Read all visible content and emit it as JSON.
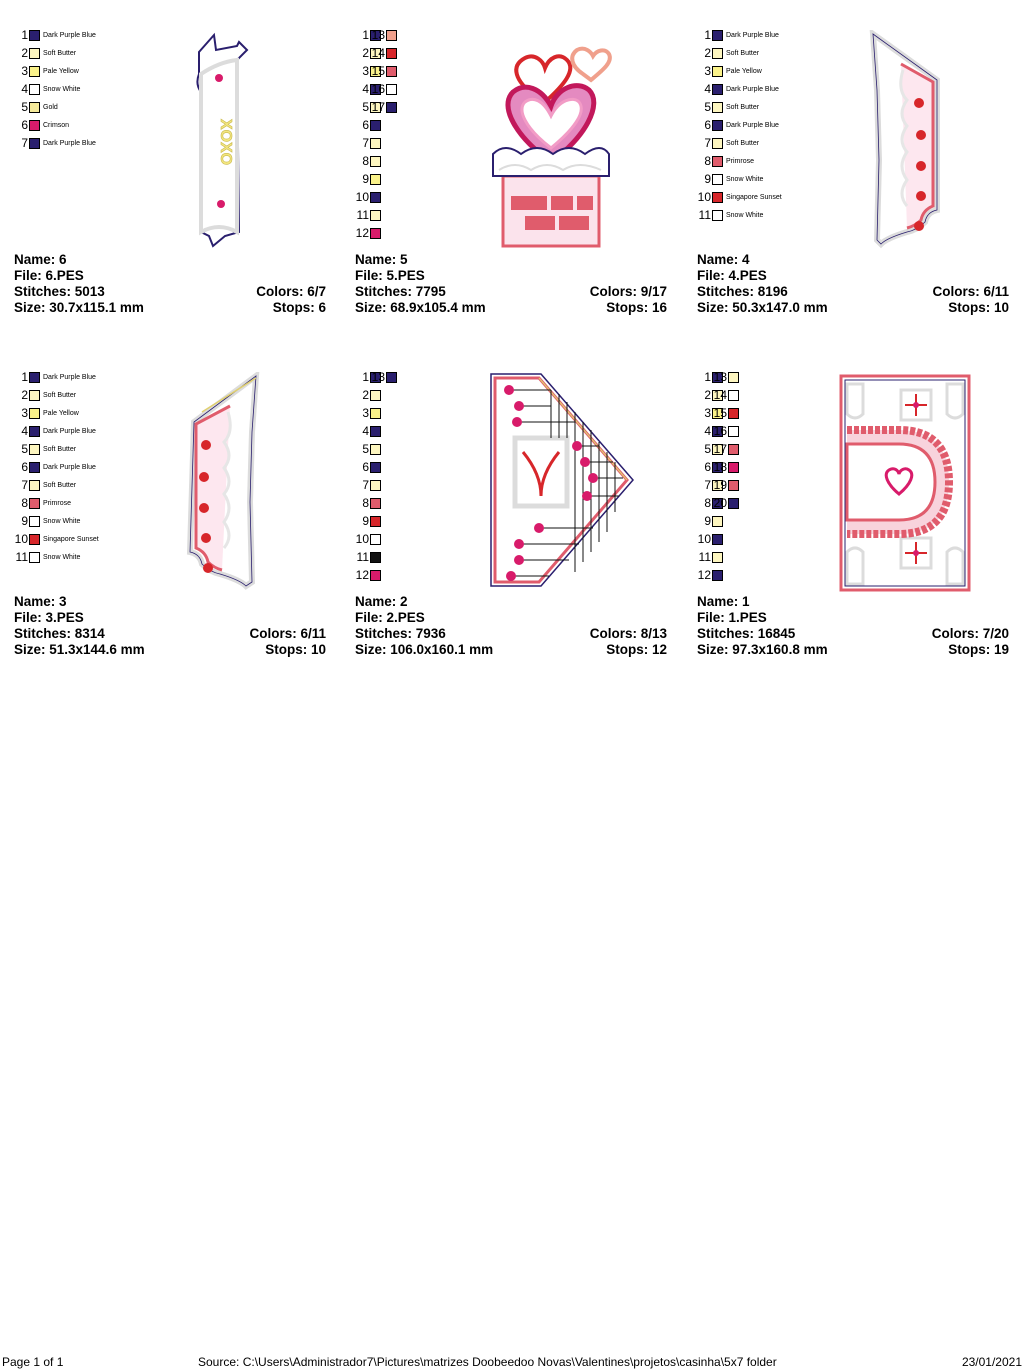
{
  "palette": {
    "Dark Purple Blue": "#2a1f6e",
    "Soft Butter": "#fdf6c0",
    "Pale Yellow": "#faf28a",
    "Snow White": "#ffffff",
    "Gold": "#f5ea9a",
    "Crimson": "#d81b6a",
    "Primrose": "#e05c6c",
    "Singapore Sunset": "#d7262a",
    "Salmon": "#f0a08c",
    "Black": "#111111"
  },
  "designs": [
    {
      "name_label": "Name: 6",
      "file_label": "File: 6.PES",
      "stitches_label": "Stitches: 5013",
      "size_label": "Size: 30.7x115.1 mm",
      "colors_label": "Colors: 6/7",
      "stops_label": "Stops: 6",
      "legend": [
        {
          "n": "1",
          "color": "Dark Purple Blue",
          "name": "Dark Purple Blue"
        },
        {
          "n": "2",
          "color": "Soft Butter",
          "name": "Soft Butter"
        },
        {
          "n": "3",
          "color": "Pale Yellow",
          "name": "Pale Yellow"
        },
        {
          "n": "4",
          "color": "Snow White",
          "name": "Snow White"
        },
        {
          "n": "5",
          "color": "Gold",
          "name": "Gold"
        },
        {
          "n": "6",
          "color": "Crimson",
          "name": "Crimson"
        },
        {
          "n": "7",
          "color": "Dark Purple Blue",
          "name": "Dark Purple Blue"
        }
      ],
      "art_text": "XOXO"
    },
    {
      "name_label": "Name: 5",
      "file_label": "File: 5.PES",
      "stitches_label": "Stitches: 7795",
      "size_label": "Size: 68.9x105.4 mm",
      "colors_label": "Colors: 9/17",
      "stops_label": "Stops: 16",
      "legend": [
        {
          "n": "1",
          "color": "Dark Purple Blue"
        },
        {
          "n": "2",
          "color": "Soft Butter"
        },
        {
          "n": "3",
          "color": "Pale Yellow"
        },
        {
          "n": "4",
          "color": "Dark Purple Blue"
        },
        {
          "n": "5",
          "color": "Soft Butter"
        },
        {
          "n": "6",
          "color": "Dark Purple Blue"
        },
        {
          "n": "7",
          "color": "Soft Butter"
        },
        {
          "n": "8",
          "color": "Soft Butter"
        },
        {
          "n": "9",
          "color": "Pale Yellow"
        },
        {
          "n": "10",
          "color": "Dark Purple Blue"
        },
        {
          "n": "11",
          "color": "Soft Butter"
        },
        {
          "n": "12",
          "color": "Crimson"
        }
      ],
      "legend2": [
        {
          "n": "13",
          "color": "Salmon"
        },
        {
          "n": "14",
          "color": "Singapore Sunset"
        },
        {
          "n": "15",
          "color": "Primrose"
        },
        {
          "n": "16",
          "color": "Snow White"
        },
        {
          "n": "17",
          "color": "Dark Purple Blue"
        }
      ]
    },
    {
      "name_label": "Name: 4",
      "file_label": "File: 4.PES",
      "stitches_label": "Stitches: 8196",
      "size_label": "Size: 50.3x147.0 mm",
      "colors_label": "Colors: 6/11",
      "stops_label": "Stops: 10",
      "legend": [
        {
          "n": "1",
          "color": "Dark Purple Blue",
          "name": "Dark Purple Blue"
        },
        {
          "n": "2",
          "color": "Soft Butter",
          "name": "Soft Butter"
        },
        {
          "n": "3",
          "color": "Pale Yellow",
          "name": "Pale Yellow"
        },
        {
          "n": "4",
          "color": "Dark Purple Blue",
          "name": "Dark Purple Blue"
        },
        {
          "n": "5",
          "color": "Soft Butter",
          "name": "Soft Butter"
        },
        {
          "n": "6",
          "color": "Dark Purple Blue",
          "name": "Dark Purple Blue"
        },
        {
          "n": "7",
          "color": "Soft Butter",
          "name": "Soft Butter"
        },
        {
          "n": "8",
          "color": "Primrose",
          "name": "Primrose"
        },
        {
          "n": "9",
          "color": "Snow White",
          "name": "Snow White"
        },
        {
          "n": "10",
          "color": "Singapore Sunset",
          "name": "Singapore Sunset"
        },
        {
          "n": "11",
          "color": "Snow White",
          "name": "Snow White"
        }
      ]
    },
    {
      "name_label": "Name: 3",
      "file_label": "File: 3.PES",
      "stitches_label": "Stitches: 8314",
      "size_label": "Size: 51.3x144.6 mm",
      "colors_label": "Colors: 6/11",
      "stops_label": "Stops: 10",
      "legend": [
        {
          "n": "1",
          "color": "Dark Purple Blue",
          "name": "Dark Purple Blue"
        },
        {
          "n": "2",
          "color": "Soft Butter",
          "name": "Soft Butter"
        },
        {
          "n": "3",
          "color": "Pale Yellow",
          "name": "Pale Yellow"
        },
        {
          "n": "4",
          "color": "Dark Purple Blue",
          "name": "Dark Purple Blue"
        },
        {
          "n": "5",
          "color": "Soft Butter",
          "name": "Soft Butter"
        },
        {
          "n": "6",
          "color": "Dark Purple Blue",
          "name": "Dark Purple Blue"
        },
        {
          "n": "7",
          "color": "Soft Butter",
          "name": "Soft Butter"
        },
        {
          "n": "8",
          "color": "Primrose",
          "name": "Primrose"
        },
        {
          "n": "9",
          "color": "Snow White",
          "name": "Snow White"
        },
        {
          "n": "10",
          "color": "Singapore Sunset",
          "name": "Singapore Sunset"
        },
        {
          "n": "11",
          "color": "Snow White",
          "name": "Snow White"
        }
      ]
    },
    {
      "name_label": "Name: 2",
      "file_label": "File: 2.PES",
      "stitches_label": "Stitches: 7936",
      "size_label": "Size: 106.0x160.1 mm",
      "colors_label": "Colors: 8/13",
      "stops_label": "Stops: 12",
      "legend": [
        {
          "n": "1",
          "color": "Dark Purple Blue"
        },
        {
          "n": "2",
          "color": "Soft Butter"
        },
        {
          "n": "3",
          "color": "Pale Yellow"
        },
        {
          "n": "4",
          "color": "Dark Purple Blue"
        },
        {
          "n": "5",
          "color": "Soft Butter"
        },
        {
          "n": "6",
          "color": "Dark Purple Blue"
        },
        {
          "n": "7",
          "color": "Soft Butter"
        },
        {
          "n": "8",
          "color": "Primrose"
        },
        {
          "n": "9",
          "color": "Singapore Sunset"
        },
        {
          "n": "10",
          "color": "Snow White"
        },
        {
          "n": "11",
          "color": "Black"
        },
        {
          "n": "12",
          "color": "Crimson"
        }
      ],
      "legend2": [
        {
          "n": "13",
          "color": "Dark Purple Blue"
        }
      ]
    },
    {
      "name_label": "Name: 1",
      "file_label": "File: 1.PES",
      "stitches_label": "Stitches: 16845",
      "size_label": "Size: 97.3x160.8 mm",
      "colors_label": "Colors: 7/20",
      "stops_label": "Stops: 19",
      "legend": [
        {
          "n": "1",
          "color": "Dark Purple Blue"
        },
        {
          "n": "2",
          "color": "Soft Butter"
        },
        {
          "n": "3",
          "color": "Pale Yellow"
        },
        {
          "n": "4",
          "color": "Dark Purple Blue"
        },
        {
          "n": "5",
          "color": "Soft Butter"
        },
        {
          "n": "6",
          "color": "Dark Purple Blue"
        },
        {
          "n": "7",
          "color": "Soft Butter"
        },
        {
          "n": "8",
          "color": "Dark Purple Blue"
        },
        {
          "n": "9",
          "color": "Soft Butter"
        },
        {
          "n": "10",
          "color": "Dark Purple Blue"
        },
        {
          "n": "11",
          "color": "Soft Butter"
        },
        {
          "n": "12",
          "color": "Dark Purple Blue"
        }
      ],
      "legend2": [
        {
          "n": "13",
          "color": "Soft Butter"
        },
        {
          "n": "14",
          "color": "Snow White"
        },
        {
          "n": "15",
          "color": "Singapore Sunset"
        },
        {
          "n": "16",
          "color": "Snow White"
        },
        {
          "n": "17",
          "color": "Primrose"
        },
        {
          "n": "18",
          "color": "Crimson"
        },
        {
          "n": "19",
          "color": "Primrose"
        },
        {
          "n": "20",
          "color": "Dark Purple Blue"
        }
      ]
    }
  ],
  "footer": {
    "page": "Page 1 of 1",
    "source": "Source:  C:\\Users\\Administrador7\\Pictures\\matrizes Doobeedoo Novas\\Valentines\\projetos\\casinha\\5x7 folder",
    "date": "23/01/2021"
  }
}
